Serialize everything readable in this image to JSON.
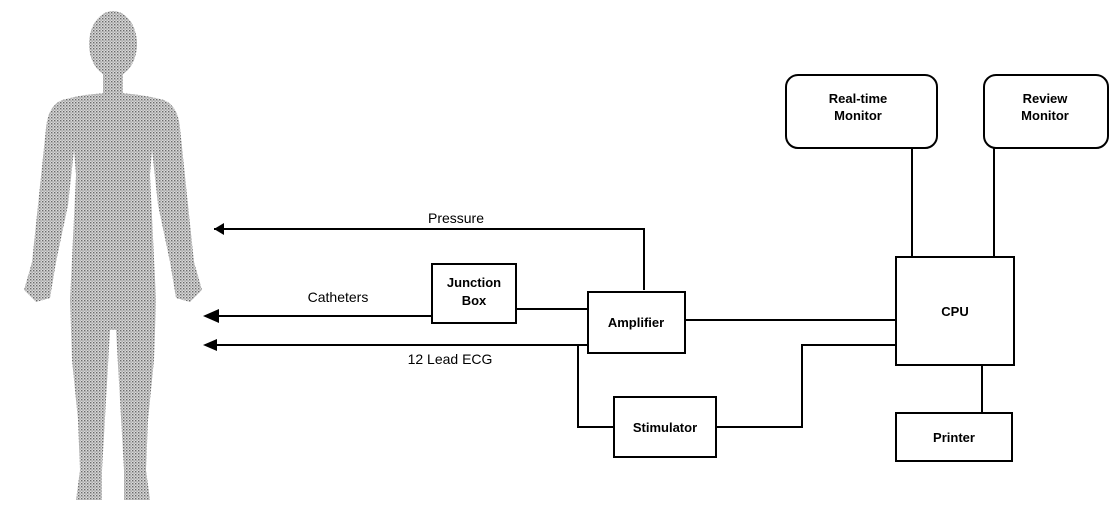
{
  "diagram": {
    "nodes": {
      "junction_box": {
        "line1": "Junction",
        "line2": "Box"
      },
      "amplifier": {
        "label": "Amplifier"
      },
      "stimulator": {
        "label": "Stimulator"
      },
      "cpu": {
        "label": "CPU"
      },
      "printer": {
        "label": "Printer"
      },
      "realtime_monitor": {
        "line1": "Real-time",
        "line2": "Monitor"
      },
      "review_monitor": {
        "line1": "Review",
        "line2": "Monitor"
      }
    },
    "edges": {
      "pressure": "Pressure",
      "catheters": "Catheters",
      "ecg": "12 Lead ECG"
    },
    "figure": {
      "name": "human-body-silhouette",
      "fill": "stippled gray"
    }
  }
}
